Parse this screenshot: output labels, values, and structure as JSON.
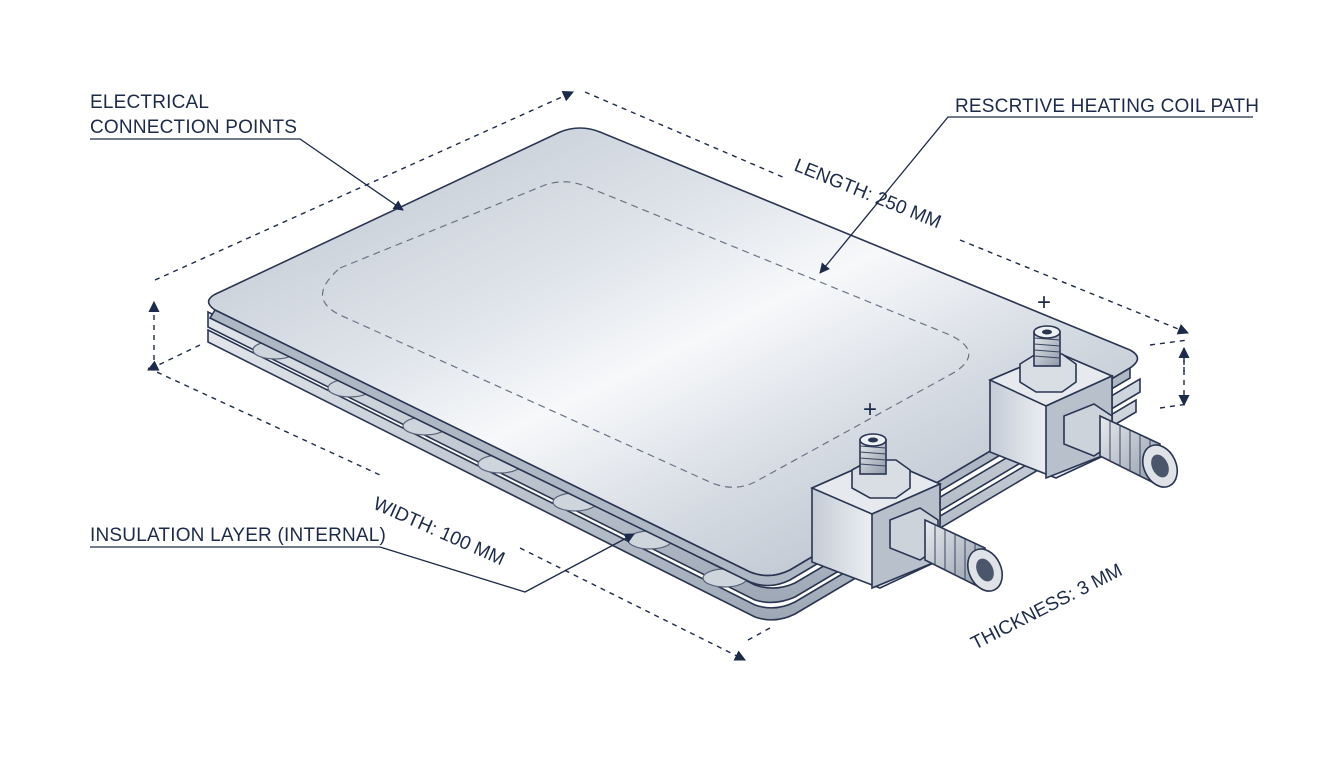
{
  "labels": {
    "electrical_line1": "ELECTRICAL",
    "electrical_line2": "CONNECTION POINTS",
    "coil_path": "RESCRTIVE HEATING COIL PATH",
    "insulation": "INSULATION LAYER (INTERNAL)"
  },
  "dimensions": {
    "length": "LENGTH: 250 MM",
    "width": "WIDTH: 100 MM",
    "thickness": "THICKNESS: 3 MM"
  },
  "terminals": {
    "left_polarity": "+",
    "right_polarity": "+"
  },
  "colors": {
    "ink": "#1d2b4a",
    "plate_light": "#eef1f5",
    "plate_mid": "#c9d0da",
    "plate_dark": "#9aa4b3"
  }
}
